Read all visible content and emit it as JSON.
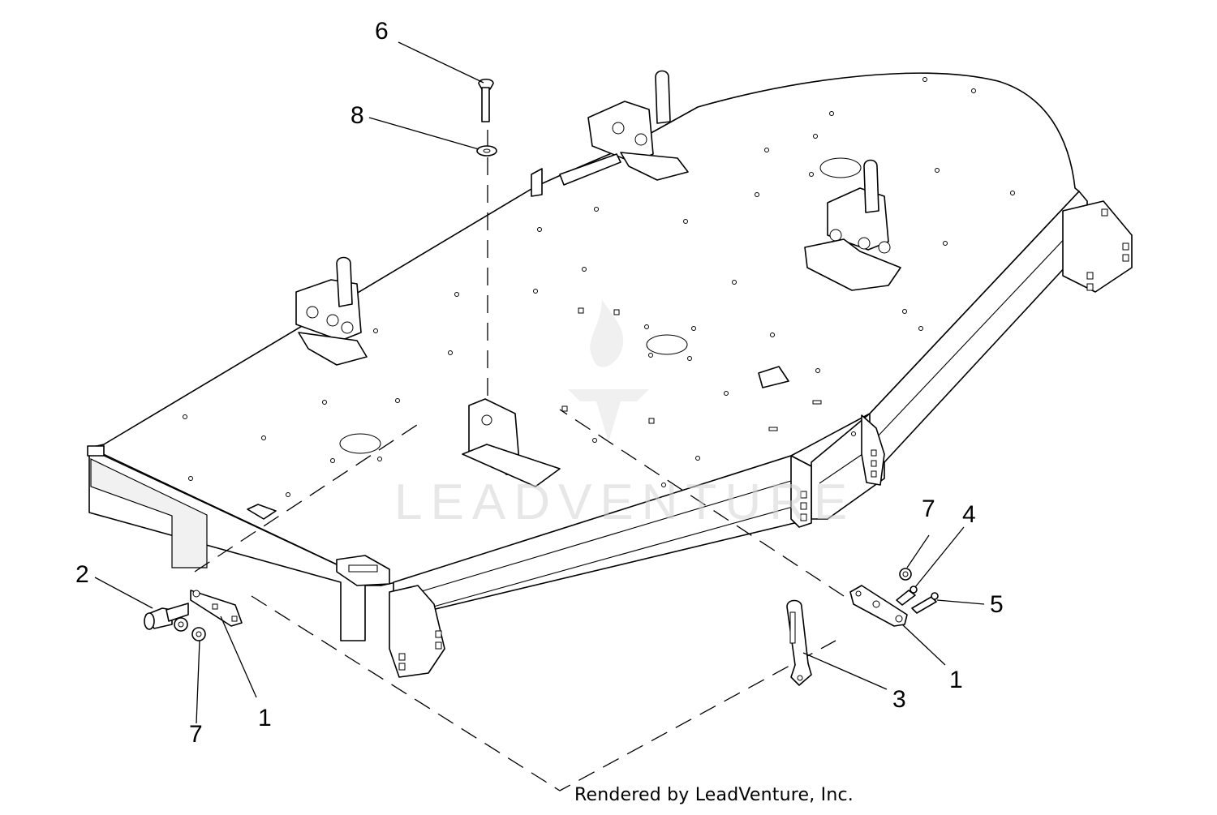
{
  "callouts": [
    {
      "id": "c6",
      "label": "6"
    },
    {
      "id": "c8",
      "label": "8"
    },
    {
      "id": "c2",
      "label": "2"
    },
    {
      "id": "c7a",
      "label": "7"
    },
    {
      "id": "c1a",
      "label": "1"
    },
    {
      "id": "c7b",
      "label": "7"
    },
    {
      "id": "c4",
      "label": "4"
    },
    {
      "id": "c5",
      "label": "5"
    },
    {
      "id": "c1b",
      "label": "1"
    },
    {
      "id": "c3",
      "label": "3"
    }
  ],
  "watermark": {
    "brand": "LEADVENTURE"
  },
  "footer": {
    "credit": "Rendered by LeadVenture, Inc."
  },
  "colors": {
    "line": "#000000",
    "background": "#ffffff",
    "watermark": "#d4d4d4"
  }
}
